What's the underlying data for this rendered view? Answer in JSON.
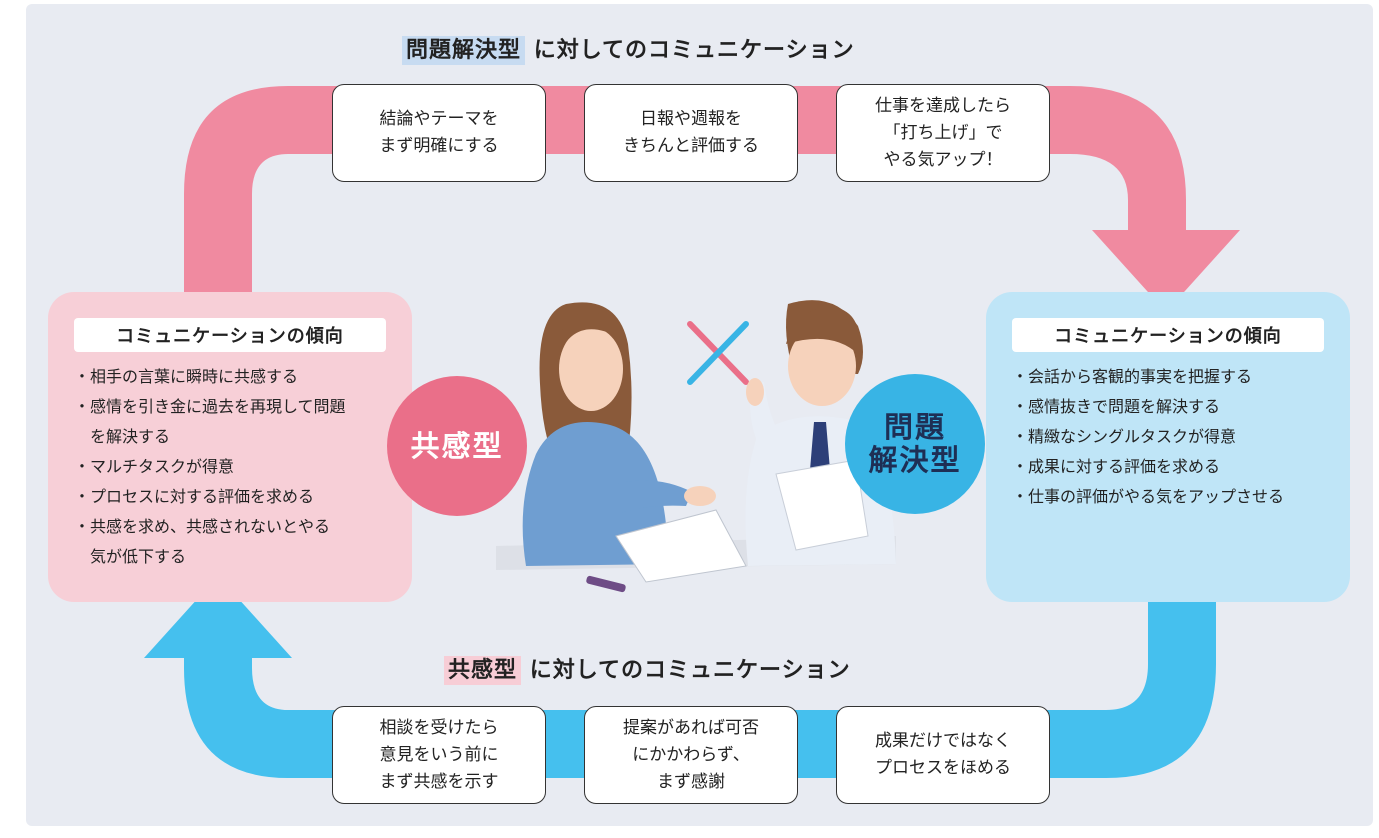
{
  "top_heading": {
    "highlight": "問題解決型",
    "rest": "に対してのコミュニケーション"
  },
  "bottom_heading": {
    "highlight": "共感型",
    "rest": "に対してのコミュニケーション"
  },
  "top_flow": [
    "結論やテーマを\nまず明確にする",
    "日報や週報を\nきちんと評価する",
    "仕事を達成したら\n「打ち上げ」で\nやる気アップ！"
  ],
  "bottom_flow": [
    "相談を受けたら\n意見をいう前に\nまず共感を示す",
    "提案があれば可否\nにかかわらず、\nまず感謝",
    "成果だけではなく\nプロセスをほめる"
  ],
  "empathy_panel": {
    "title": "コミュニケーションの傾向",
    "items": [
      "相手の言葉に瞬時に共感する",
      "感情を引き金に過去を再現して問題を解決する",
      "マルチタスクが得意",
      "プロセスに対する評価を求める",
      "共感を求め、共感されないとやる気が低下する"
    ]
  },
  "problem_panel": {
    "title": "コミュニケーションの傾向",
    "items": [
      "会話から客観的事実を把握する",
      "感情抜きで問題を解決する",
      "精緻なシングルタスクが得意",
      "成果に対する評価を求める",
      "仕事の評価がやる気をアップさせる"
    ]
  },
  "circles": {
    "empathy": "共感型",
    "problem": "問題\n解決型"
  },
  "colors": {
    "pink_arrow": "#f08aa0",
    "blue_arrow": "#45c0ee",
    "empathy_panel": "#f7cfd7",
    "problem_panel": "#bfe5f7",
    "empathy_circle": "#ea6f89",
    "problem_circle": "#38b4e5"
  }
}
